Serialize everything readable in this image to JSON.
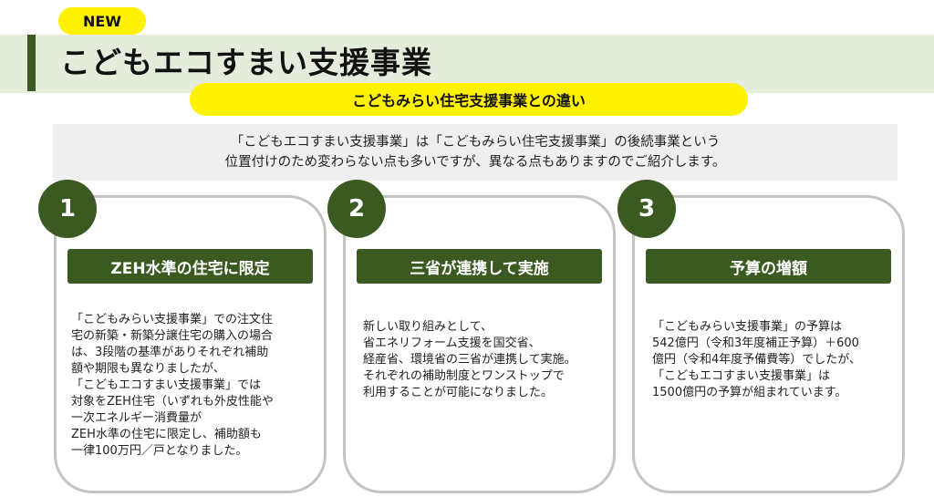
{
  "badge": "NEW",
  "title": "こどもエコすまい支援事業",
  "subtitle": "こどもみらい住宅支援事業との違い",
  "intro": [
    "「こどもエコすまい支援事業」は「こどもみらい住宅支援事業」の後続事業という",
    "位置付けのため変わらない点も多いですが、異なる点もありますのでご紹介します。"
  ],
  "cards": [
    {
      "number": "1",
      "heading": "ZEH水準の住宅に限定",
      "lines": [
        "「こどもみらい支援事業」での注文住",
        "宅の新築・新築分譲住宅の購入の場合",
        "は、3段階の基準がありそれぞれ補助",
        "額や期限も異なりましたが、",
        "「こどもエコすまい支援事業」では",
        "対象をZEH住宅（いずれも外皮性能や",
        "一次エネルギー消費量が",
        "ZEH水準の住宅に限定し、補助額も",
        "一律100万円／戸となりました。"
      ]
    },
    {
      "number": "2",
      "heading": "三省が連携して実施",
      "lines": [
        "新しい取り組みとして、",
        "省エネリフォーム支援を国交省、",
        "経産省、環境省の三省が連携して実施。",
        "それぞれの補助制度とワンストップで",
        "利用することが可能になりました。"
      ]
    },
    {
      "number": "3",
      "heading": "予算の増額",
      "lines": [
        "「こどもみらい支援事業」の予算は",
        "542億円（令和3年度補正予算）＋600",
        "億円（令和4年度予備費等）でしたが、",
        "「こどもエコすまい支援事業」は",
        "1500億円の予算が組まれています。"
      ]
    }
  ],
  "colors": {
    "accent_green": "#3b5a22",
    "highlight_yellow": "#fff200",
    "band_green": "#e4eddc",
    "intro_gray": "#efefef"
  }
}
